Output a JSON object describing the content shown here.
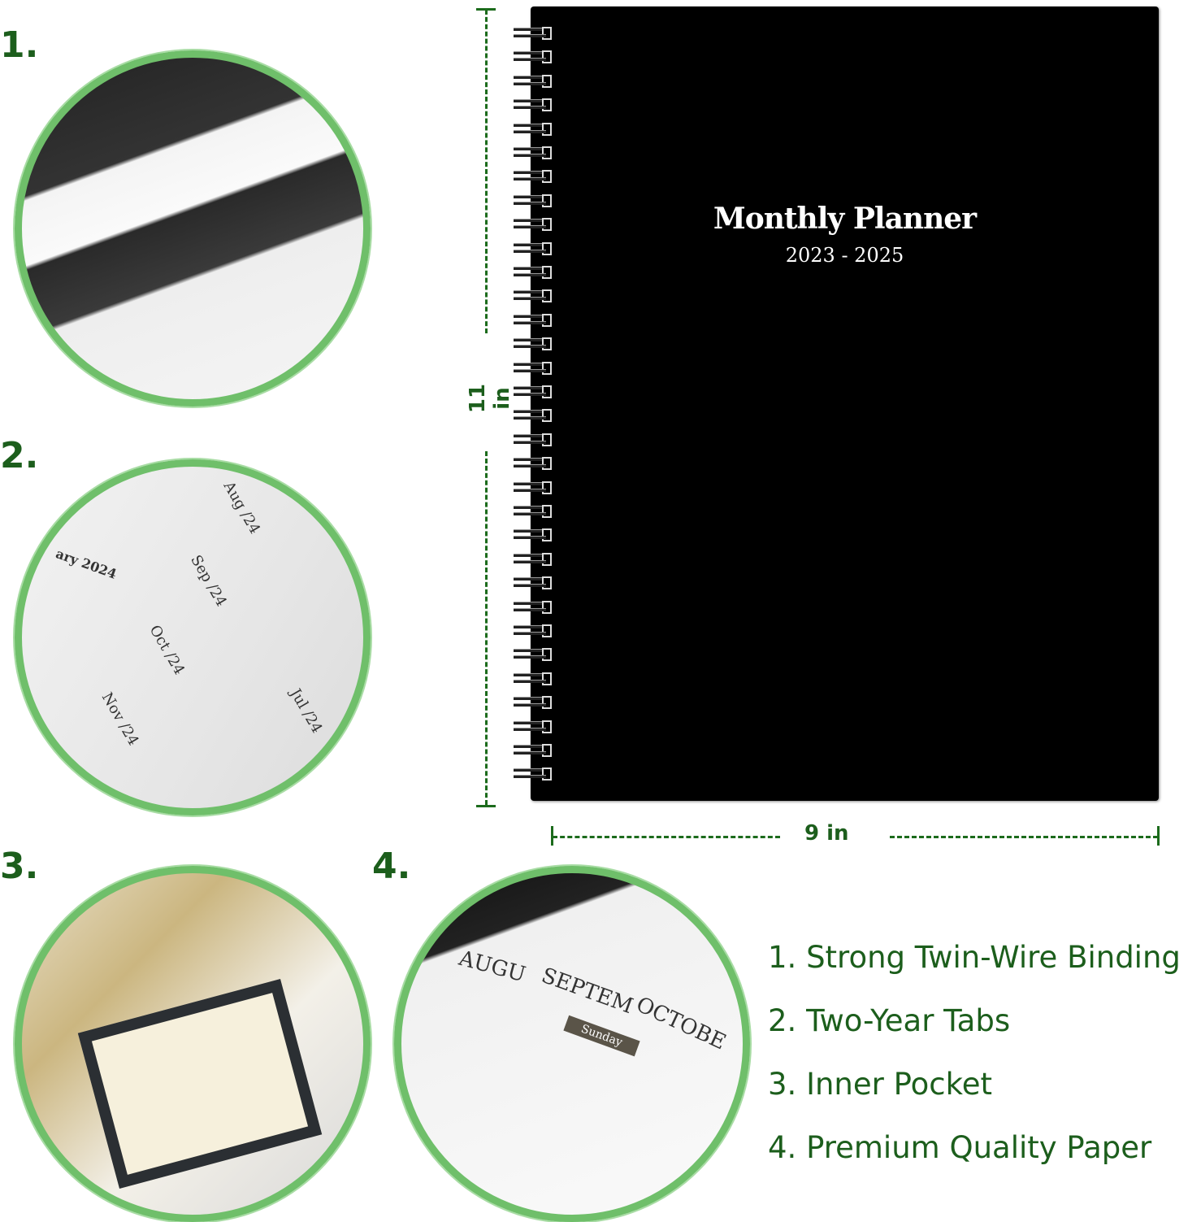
{
  "callouts": [
    "1.",
    "2.",
    "3.",
    "4."
  ],
  "planner": {
    "title": "Monthly Planner",
    "years": "2023 - 2025",
    "ring_count": 32
  },
  "dimensions": {
    "height": "11 in",
    "width": "9 in"
  },
  "features": [
    "1. Strong Twin-Wire Binding",
    "2. Two-Year Tabs",
    "3. Inner Pocket",
    "4. Premium Quality Paper"
  ],
  "photo_text": {
    "tabs": [
      "Aug /24",
      "Sep /24",
      "Oct /24",
      "Nov /24",
      "Jul /24"
    ],
    "calendar_heading": "ary 2024",
    "months": [
      "AUGU",
      "SEPTEM",
      "OCTOBE"
    ],
    "day": "Sunday"
  },
  "colors": {
    "accent": "#1c5e1c",
    "ring": "#6fbf6a"
  }
}
